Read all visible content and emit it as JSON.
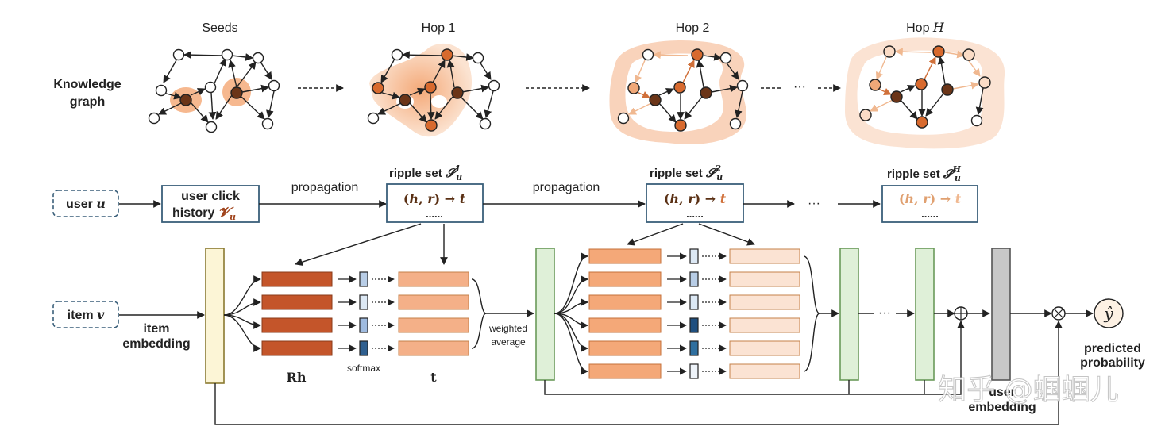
{
  "top_row": {
    "row_label": "Knowledge graph",
    "stages": [
      "Seeds",
      "Hop 1",
      "Hop 2",
      "Hop H"
    ],
    "ellipsis": "···"
  },
  "middle_row": {
    "user": "user u",
    "click_history": "user click history V_u",
    "propagation_1": "propagation",
    "propagation_2": "propagation",
    "ripple_set_1": "ripple set S_u^1",
    "ripple_set_2": "ripple set S_u^2",
    "ripple_set_H": "ripple set S_u^H",
    "triple_text": "(h, r) → t",
    "triple_dots": "......",
    "ellipsis": "···"
  },
  "bottom_row": {
    "item": "item v",
    "item_embedding": "item embedding",
    "rh_label": "Rh",
    "softmax_label": "softmax",
    "t_label": "t",
    "weighted_average": "weighted average",
    "ellipsis": "···",
    "user_embedding": "user embedding",
    "predicted_probability": "predicted probability",
    "y_hat": "ŷ",
    "watermark": "知乎 @蝈蝈儿"
  },
  "colors": {
    "dark_orange": "#c0502a",
    "mid_orange": "#f0a878",
    "light_orange": "#f9dcc8",
    "dark_node": "#6b3518",
    "box_border": "#3a5f7a",
    "green_fill": "#dff0d8",
    "green_border": "#6a9a5a",
    "yellow_fill": "#fcf5d6",
    "grey_fill": "#c8c8c8"
  }
}
